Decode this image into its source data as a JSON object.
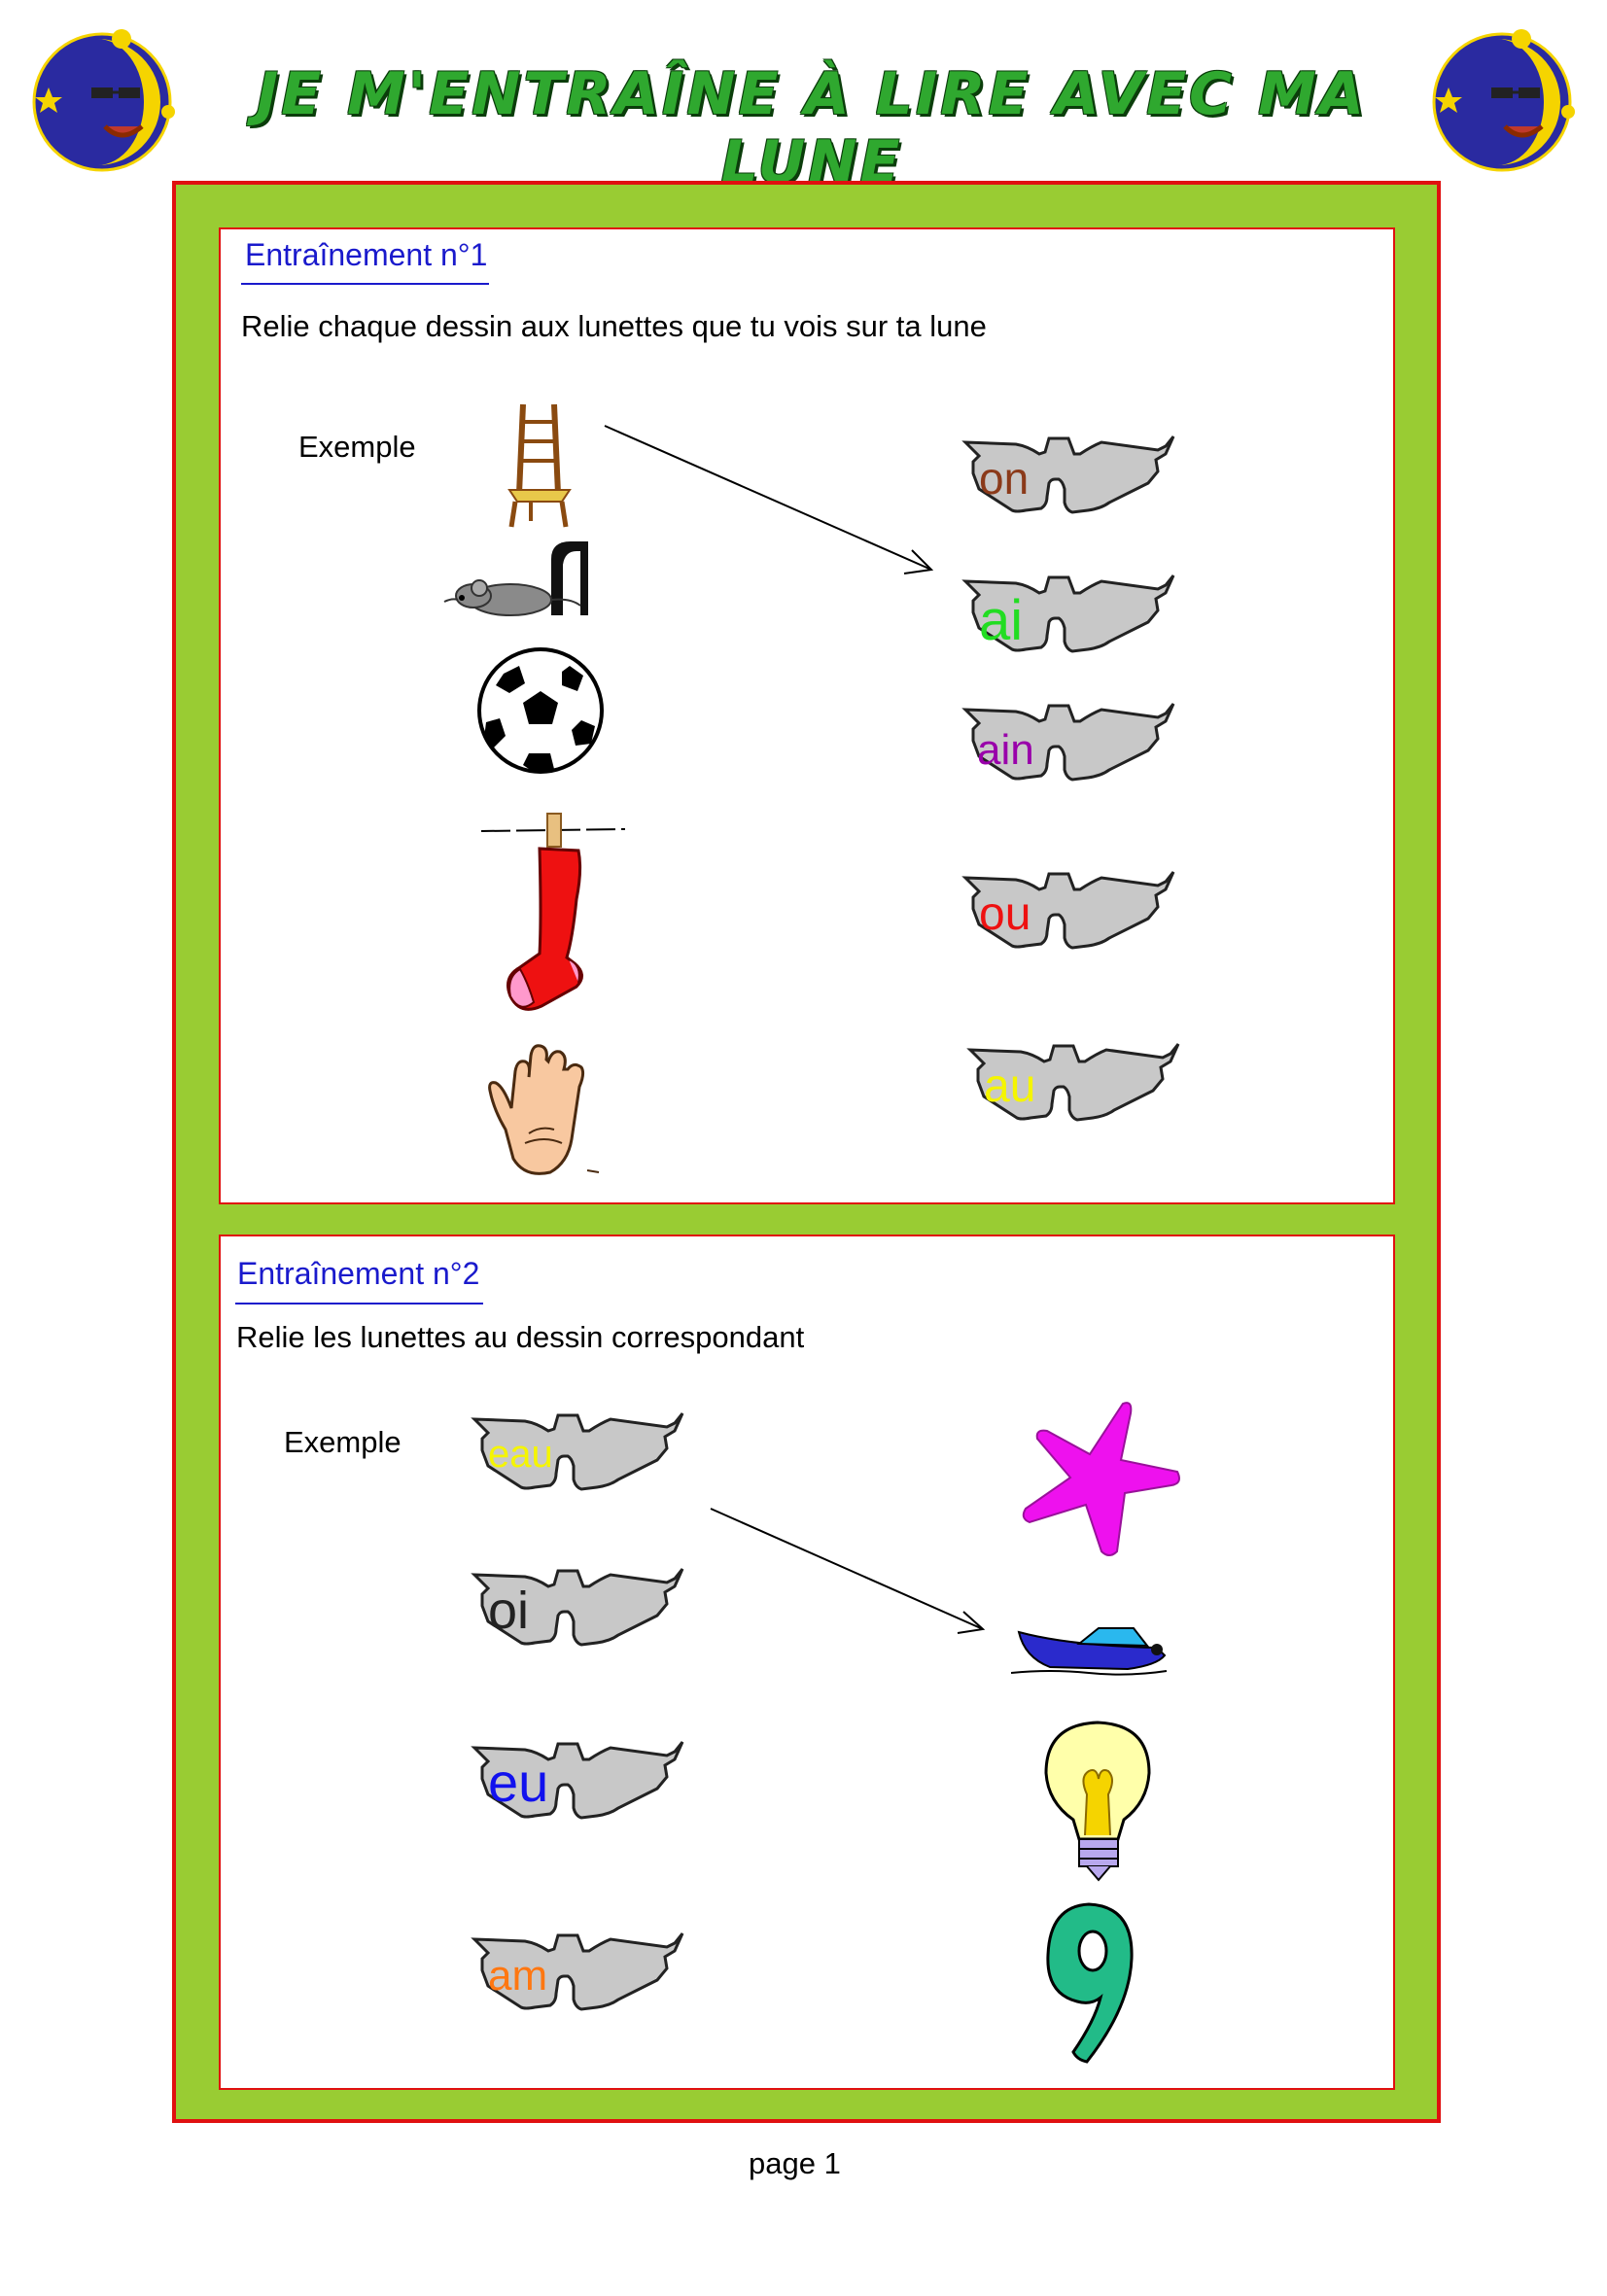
{
  "header": {
    "title": "JE M'ENTRAÎNE À LIRE AVEC MA LUNE",
    "logo_icon": "moon-with-glasses-icon",
    "logo_colors": {
      "moon": "#f5d400",
      "circle": "#2a2aa0"
    }
  },
  "colors": {
    "frame_red": "#e01010",
    "frame_green": "#99cc33",
    "heading_blue": "#1a1acc",
    "glasses_gray": "#c8c8c8"
  },
  "exercise1": {
    "heading": "Entraînement n°1",
    "instruction": "Relie chaque dessin aux lunettes que tu vois sur ta lune",
    "example_label": "Exemple",
    "drawings": [
      {
        "icon": "chair-icon"
      },
      {
        "icon": "mouse-icon"
      },
      {
        "icon": "soccer-ball-icon"
      },
      {
        "icon": "sock-icon"
      },
      {
        "icon": "hand-icon"
      }
    ],
    "glasses": [
      {
        "sound": "on",
        "color": "#8b3a1a"
      },
      {
        "sound": "ai",
        "color": "#22dd22"
      },
      {
        "sound": "ain",
        "color": "#9900aa"
      },
      {
        "sound": "ou",
        "color": "#ee1111"
      },
      {
        "sound": "au",
        "color": "#f5f500"
      }
    ]
  },
  "exercise2": {
    "heading": "Entraînement n°2",
    "instruction": "Relie les lunettes au dessin correspondant",
    "example_label": "Exemple",
    "glasses": [
      {
        "sound": "eau",
        "color": "#f5f500"
      },
      {
        "sound": "oi",
        "color": "#222222"
      },
      {
        "sound": "eu",
        "color": "#1111ee"
      },
      {
        "sound": "am",
        "color": "#ff7711"
      }
    ],
    "drawings": [
      {
        "icon": "starfish-icon"
      },
      {
        "icon": "motorboat-icon"
      },
      {
        "icon": "light-bulb-icon"
      },
      {
        "icon": "number-nine-icon"
      }
    ]
  },
  "footer": {
    "page_label": "page 1"
  }
}
